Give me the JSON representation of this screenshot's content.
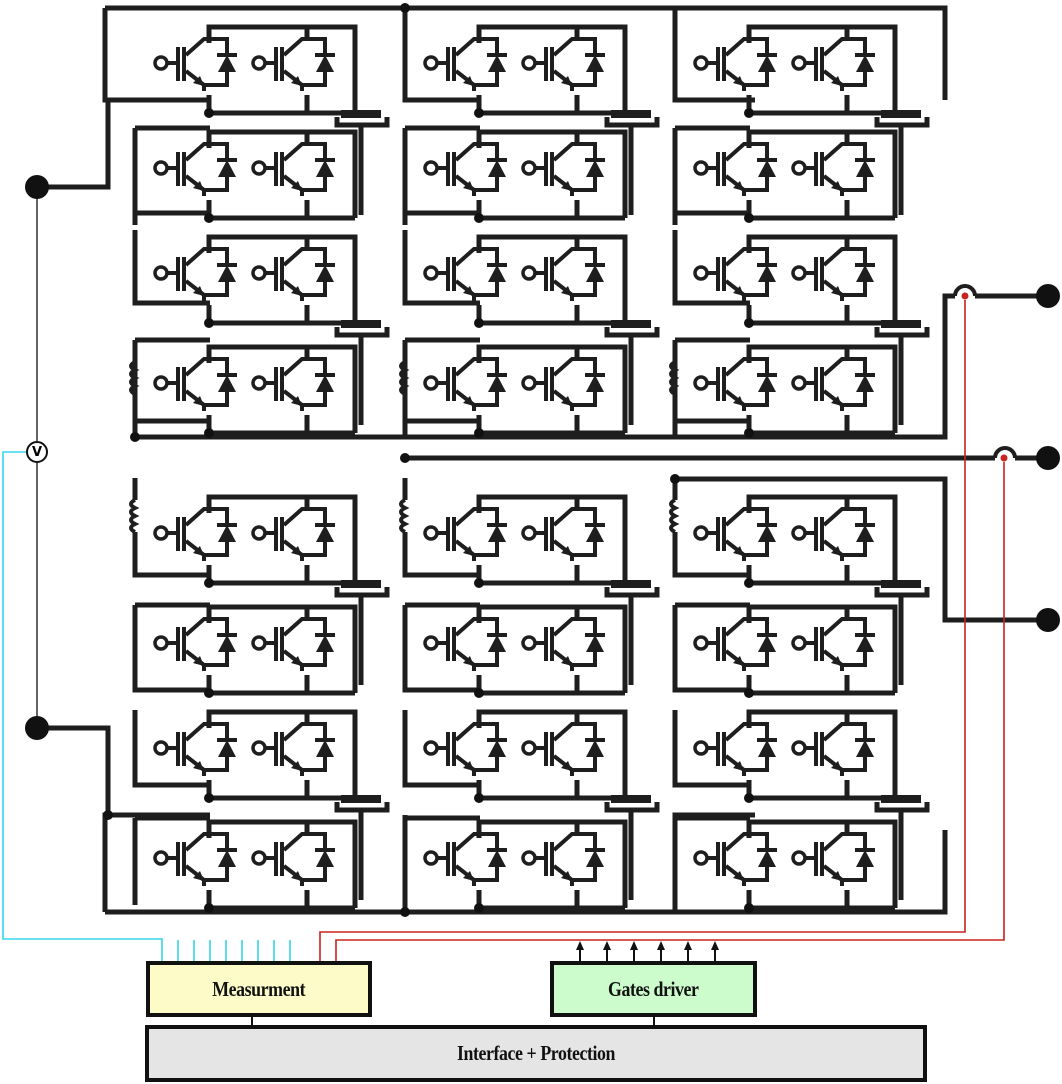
{
  "diagram": {
    "title": "Modular multilevel converter with measurement, gate driver and interface/protection blocks",
    "colors": {
      "circuit": "#1e1e1e",
      "measurement_wire": "#35d6ee",
      "feedback_wire": "#c8231e",
      "measurement_fill": "#fdfcc9",
      "gates_fill": "#ccfccc",
      "interface_fill": "#e5e5e5"
    },
    "converter": {
      "phase_legs": 3,
      "arms_per_leg": 2,
      "submodule_cells_per_arm": 4,
      "switches_per_cell": 2,
      "component_icons": [
        "igbt-icon",
        "diode-icon",
        "capacitor-icon",
        "inductor-icon",
        "terminal-icon",
        "junction-dot-icon"
      ]
    },
    "voltmeter": {
      "label": "V"
    },
    "dc_terminals": [
      "dc-positive-terminal",
      "dc-negative-terminal"
    ],
    "ac_terminals": [
      "ac-terminal-a",
      "ac-terminal-b",
      "ac-terminal-c"
    ],
    "measurement_lines": 9,
    "gate_signal_arrows": 6
  },
  "blocks": {
    "measurement": {
      "label": "Measurment"
    },
    "gates_driver": {
      "label": "Gates driver"
    },
    "interface": {
      "label": "Interface + Protection"
    }
  }
}
